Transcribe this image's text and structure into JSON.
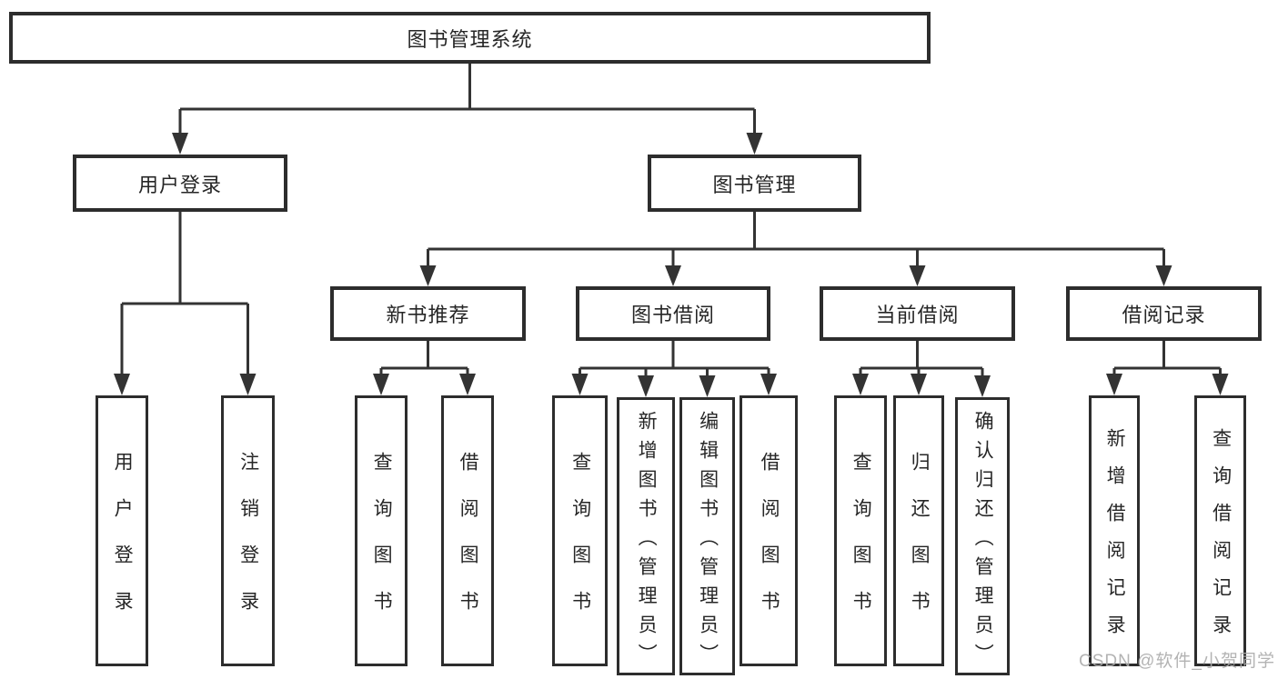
{
  "nodes": {
    "root": "图书管理系统",
    "level2": [
      "用户登录",
      "图书管理"
    ],
    "level3": [
      "新书推荐",
      "图书借阅",
      "当前借阅",
      "借阅记录"
    ],
    "leaves": [
      "用户登录",
      "注销登录",
      "查询图书",
      "借阅图书",
      "查询图书",
      "新增图书（管理员）",
      "编辑图书（管理员）",
      "借阅图书",
      "查询图书",
      "归还图书",
      "确认归还（管理员）",
      "新增借阅记录",
      "查询借阅记录"
    ]
  },
  "structure": {
    "图书管理系统": [
      "用户登录",
      "图书管理"
    ],
    "用户登录": [
      "用户登录",
      "注销登录"
    ],
    "图书管理": [
      "新书推荐",
      "图书借阅",
      "当前借阅",
      "借阅记录"
    ],
    "新书推荐": [
      "查询图书",
      "借阅图书"
    ],
    "图书借阅": [
      "查询图书",
      "新增图书（管理员）",
      "编辑图书（管理员）",
      "借阅图书"
    ],
    "当前借阅": [
      "查询图书",
      "归还图书",
      "确认归还（管理员）"
    ],
    "借阅记录": [
      "新增借阅记录",
      "查询借阅记录"
    ]
  },
  "watermark": "CSDN @软件_小贺同学",
  "colors": {
    "line": "#333333",
    "box_border": "#2d2d2d",
    "text": "#262626",
    "watermark": "#ababab",
    "background": "#ffffff"
  }
}
